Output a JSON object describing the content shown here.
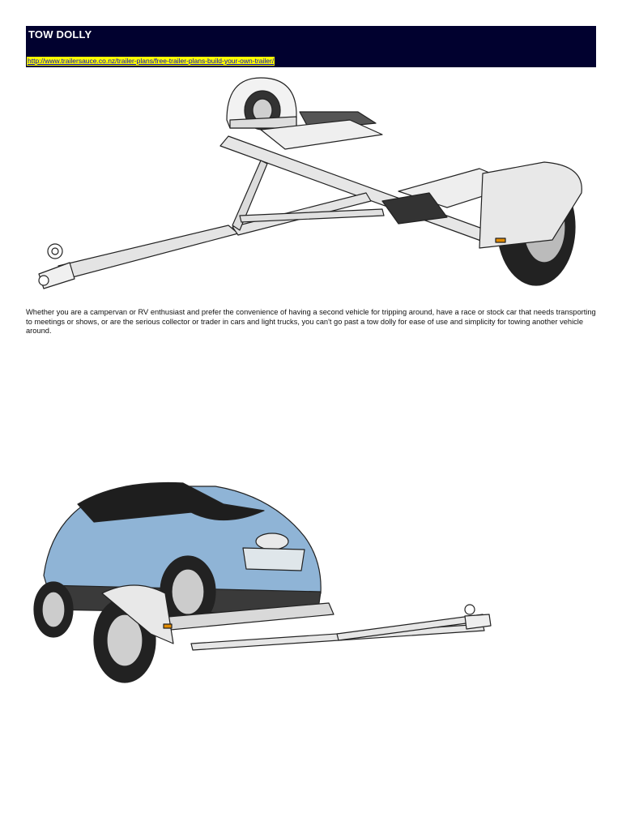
{
  "header": {
    "title": "TOW DOLLY",
    "link": "http://www.trailersauce.co.nz/trailer-plans/free-trailer-plans-build-your-own-trailer/"
  },
  "body": {
    "paragraph": "Whether you are a campervan or RV enthusiast and prefer the convenience of having a second vehicle for tripping around, have a race or stock car that needs transporting to meetings or shows, or are the serious collector or trader in cars and light trucks, you can't go past a tow dolly for ease of use and simplicity for towing another vehicle around."
  },
  "colors": {
    "header_bg": "#01012f",
    "link_highlight": "#ffff00",
    "car_blue": "#8fb4d6"
  }
}
